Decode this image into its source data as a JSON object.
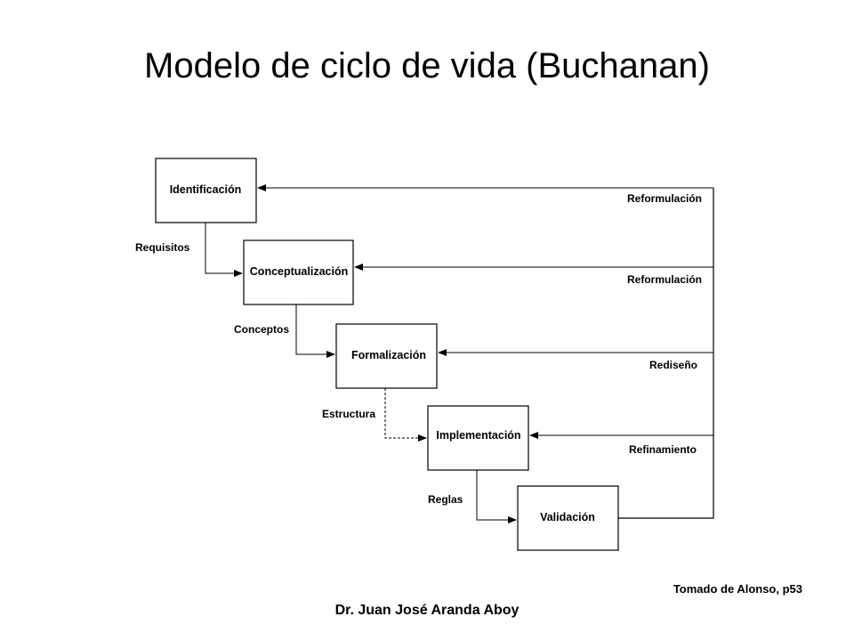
{
  "title": "Modelo de ciclo de vida (Buchanan)",
  "diagram": {
    "stages": [
      {
        "label": "Identificación"
      },
      {
        "label": "Conceptualización"
      },
      {
        "label": "Formalización"
      },
      {
        "label": "Implementación"
      },
      {
        "label": "Validación"
      }
    ],
    "forward_labels": [
      "Requisitos",
      "Conceptos",
      "Estructura",
      "Reglas"
    ],
    "feedback_labels": [
      "Reformulación",
      "Reformulación",
      "Rediseño",
      "Refinamiento"
    ]
  },
  "footer": {
    "source": "Tomado de Alonso,  p53",
    "author": "Dr. Juan José Aranda Aboy"
  }
}
